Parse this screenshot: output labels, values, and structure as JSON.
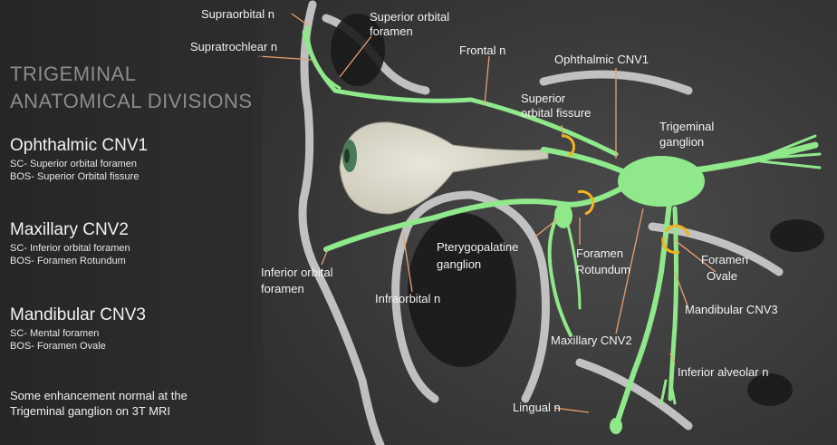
{
  "title": {
    "line1": "TRIGEMINAL",
    "line2": "ANATOMICAL DIVISIONS"
  },
  "divisions": [
    {
      "name": "Ophthalmic CNV1",
      "sc": "SC- Superior orbital foramen",
      "bos": "BOS- Superior Orbital fissure"
    },
    {
      "name": "Maxillary CNV2",
      "sc": "SC- Inferior orbital foramen",
      "bos": "BOS- Foramen Rotundum"
    },
    {
      "name": "Mandibular CNV3",
      "sc": "SC- Mental foramen",
      "bos": "BOS- Foramen Ovale"
    }
  ],
  "note": {
    "line1": "Some enhancement normal at the",
    "line2": "Trigeminal ganglion  on 3T MRI"
  },
  "labels": {
    "supraorbital": "Supraorbital  n",
    "supratrochlear": "Supratrochlear  n",
    "superior_orbital_foramen_1": "Superior orbital",
    "superior_orbital_foramen_2": "foramen",
    "frontal": "Frontal  n",
    "ophthalmic": "Ophthalmic CNV1",
    "superior_orbital_fissure_1": "Superior",
    "superior_orbital_fissure_2": "orbital fissure",
    "trigeminal_ganglion_1": "Trigeminal",
    "trigeminal_ganglion_2": "ganglion",
    "pterygopalatine_1": "Pterygopalatine",
    "pterygopalatine_2": "ganglion",
    "foramen_rotundum_1": "Foramen",
    "foramen_rotundum_2": "Rotundum",
    "foramen_ovale_1": "Foramen",
    "foramen_ovale_2": "Ovale",
    "inferior_orbital_foramen_1": "Inferior orbital",
    "inferior_orbital_foramen_2": "foramen",
    "infraorbital": "Infraorbital  n",
    "mandibular": "Mandibular CNV3",
    "maxillary": "Maxillary CNV2",
    "inferior_alveolar": "Inferior alveolar n",
    "lingual": "Lingual n"
  },
  "colors": {
    "nerve": "#8fe88a",
    "foramen_marker": "#f2b21c",
    "leader_line": "#e8a070",
    "eye": "#d6d4c6"
  }
}
